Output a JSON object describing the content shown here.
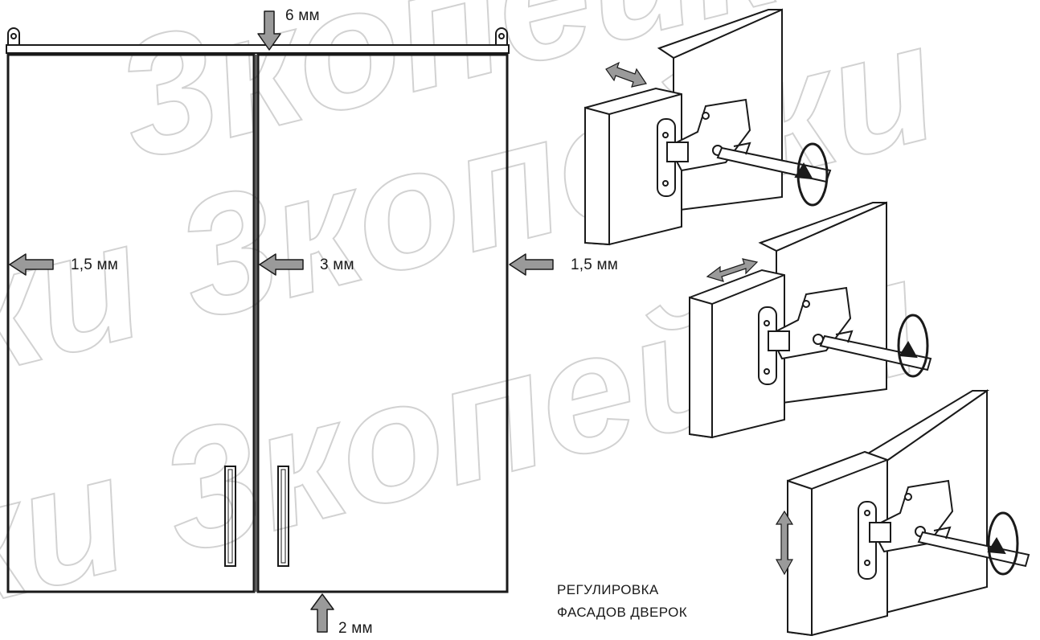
{
  "labels": {
    "top_gap": "6 мм",
    "left_gap": "1,5 мм",
    "center_gap": "3 мм",
    "right_gap": "1,5 мм",
    "bottom_gap": "2 мм"
  },
  "caption": {
    "line1": "РЕГУЛИРОВКА",
    "line2": "ФАСАДОВ ДВЕРОК"
  },
  "watermark": "3копейки",
  "colors": {
    "line": "#1a1a1a",
    "arrow_fill": "#9a9a9a",
    "watermark": "#cfcfcf"
  }
}
